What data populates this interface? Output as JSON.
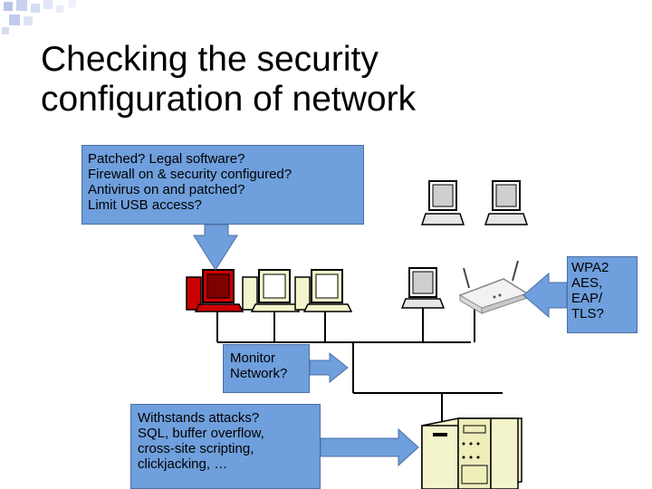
{
  "slide": {
    "title_lines": [
      "Checking the security",
      "configuration of network"
    ]
  },
  "callouts": {
    "endpoint": [
      "Patched? Legal software?",
      "Firewall on & security configured?",
      "Antivirus on and patched?",
      "Limit USB access?"
    ],
    "wifi": [
      "WPA2",
      "AES,",
      "EAP/",
      "TLS?"
    ],
    "monitor": [
      "Monitor",
      "Network?"
    ],
    "server": [
      "Withstands attacks?",
      "SQL, buffer overflow,",
      "cross-site scripting,",
      "clickjacking, …"
    ]
  },
  "colors": {
    "callout_fill": "#6f9fdc",
    "infected_pc": "#cc0000",
    "normal_pc": "#f4f4cc",
    "deco_square": "#b8c4e8"
  },
  "icons": [
    "monitor-icon",
    "router-icon",
    "server-icon"
  ]
}
